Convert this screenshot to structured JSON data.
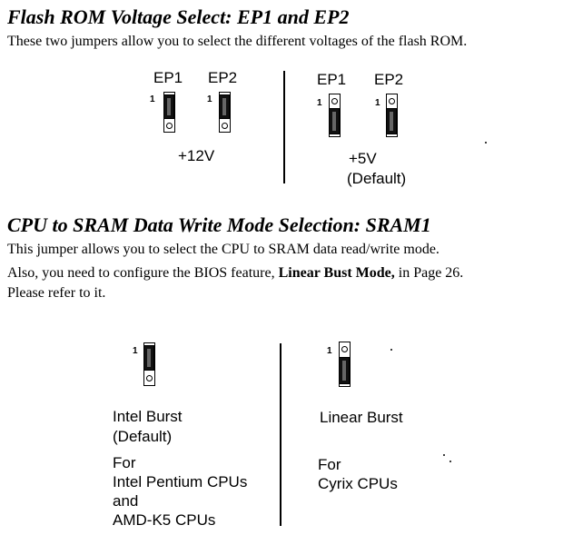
{
  "section1": {
    "title": "Flash ROM Voltage Select: EP1 and EP2",
    "description": "These two jumpers allow you to select the different voltages of the flash ROM.",
    "left": {
      "ep1": "EP1",
      "ep2": "EP2",
      "pin1": "1",
      "pin1b": "1",
      "setting": "+12V"
    },
    "right": {
      "ep1": "EP1",
      "ep2": "EP2",
      "pin1": "1",
      "pin1b": "1",
      "setting": "+5V",
      "default": "(Default)"
    }
  },
  "section2": {
    "title": "CPU to SRAM Data Write Mode Selection: SRAM1",
    "line1": "This jumper allows you to select the CPU to SRAM data read/write mode.",
    "line2_pre": "Also, you need to configure the BIOS feature, ",
    "line2_bold": "Linear Bust Mode,",
    "line2_post": "  in Page 26.",
    "line3": "Please refer to it.",
    "left": {
      "pin1": "1",
      "mode": "Intel Burst",
      "default": "(Default)",
      "for": "For",
      "cpu1": "Intel Pentium CPUs",
      "and": "and",
      "cpu2": "AMD-K5 CPUs"
    },
    "right": {
      "pin1": "1",
      "mode": "Linear Burst",
      "for": "For",
      "cpu": "Cyrix CPUs"
    }
  }
}
